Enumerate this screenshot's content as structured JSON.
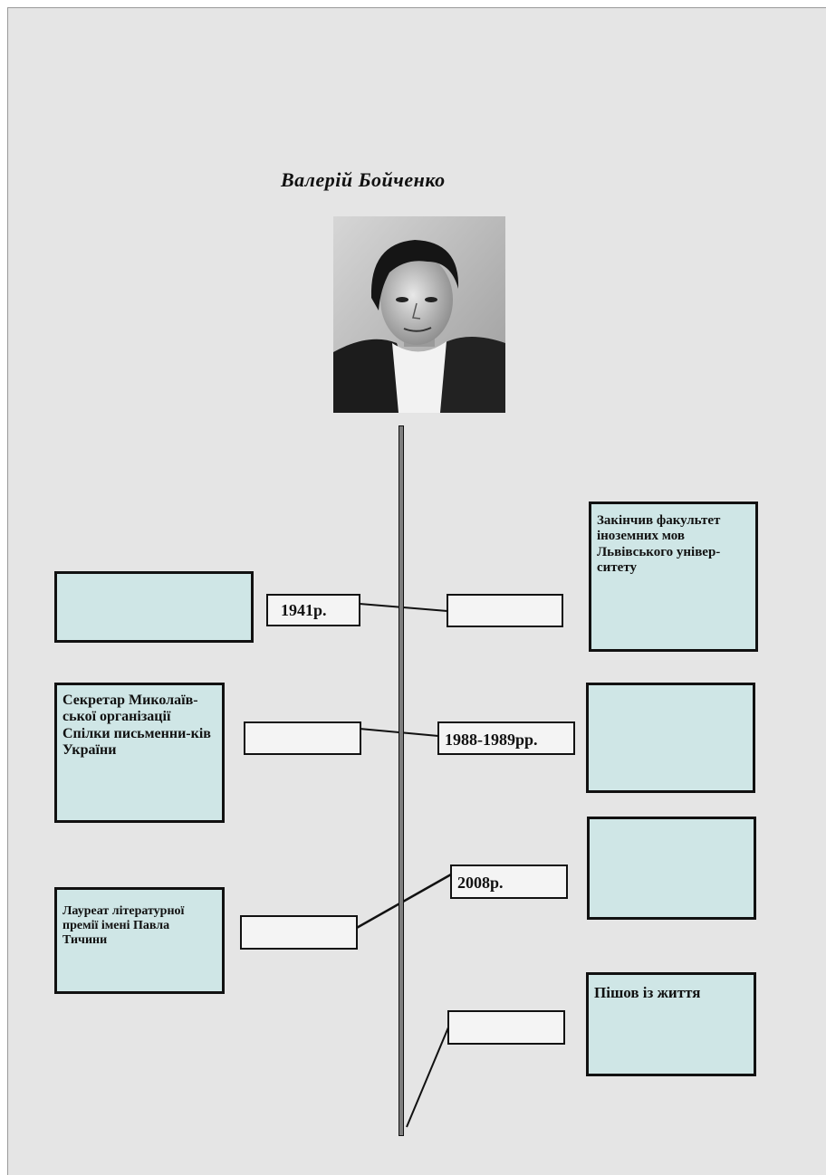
{
  "title": "Валерій  Бойченко",
  "photo": {
    "alt": ""
  },
  "events": {
    "e1": {
      "date": "1941р.",
      "left_text": "",
      "right_text": ""
    },
    "e2": {
      "date": "",
      "right_text": "Закінчив факультет іноземних мов Львівського універ-ситету"
    },
    "e3": {
      "date": "1988-1989рр.",
      "left_text": "Секретар Миколаїв-ської організації Спілки письменни-ків України",
      "right_text": ""
    },
    "e4": {
      "date": "2008р.",
      "right_text": ""
    },
    "e5": {
      "date": "",
      "left_text": "Лауреат  літературної премії  імені Павла Тичини"
    },
    "e6": {
      "date": "",
      "right_text": "Пішов із життя"
    }
  },
  "colors": {
    "page_bg": "#e5e5e5",
    "box_fill": "#cfe6e6",
    "date_fill": "#f4f4f4",
    "timeline": "#7e7e7e"
  }
}
